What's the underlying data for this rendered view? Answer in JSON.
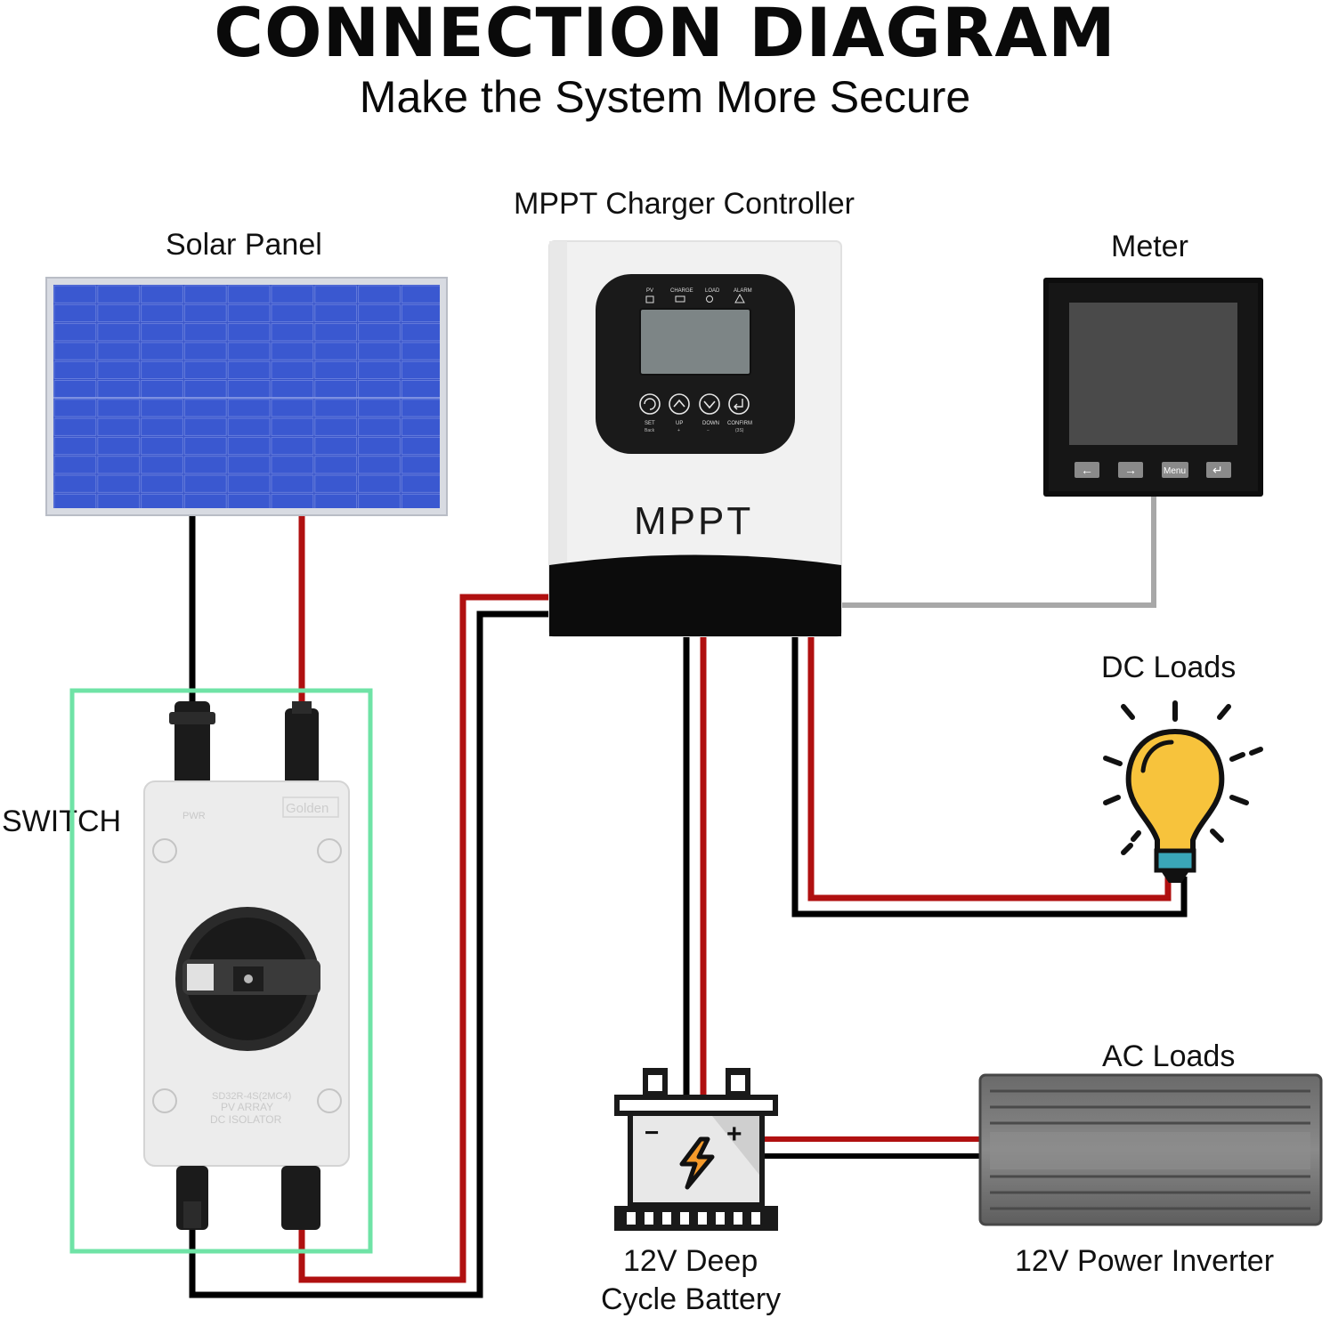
{
  "title": "CONNECTION DIAGRAM",
  "subtitle": "Make the System More Secure",
  "labels": {
    "solar_panel": "Solar Panel",
    "mppt": "MPPT Charger Controller",
    "meter": "Meter",
    "dc_loads": "DC Loads",
    "switch": "SWITCH",
    "ac_loads": "AC Loads",
    "battery_line1": "12V Deep",
    "battery_line2": "Cycle Battery",
    "inverter": "12V Power Inverter"
  },
  "controller": {
    "brand": "MPPT",
    "indicators": [
      "PV",
      "CHARGE",
      "LOAD",
      "ALARM"
    ],
    "buttons": [
      "SET",
      "UP",
      "DOWN",
      "CONFIRM"
    ],
    "button_sublabels": [
      "Back",
      "+",
      "−",
      "(3S)"
    ]
  },
  "meter_device": {
    "buttons": [
      "←",
      "→",
      "Menu",
      "↵"
    ]
  },
  "isolator": {
    "brand": "Golden",
    "mode": "PWR",
    "model": "SD32R-4S(2MC4)",
    "line1": "PV ARRAY",
    "line2": "DC ISOLATOR"
  },
  "battery_symbols": {
    "minus": "−",
    "plus": "+"
  },
  "colors": {
    "wire_red": "#b01010",
    "wire_black": "#000000",
    "wire_gray": "#a8a8a8",
    "switch_frame": "#6fe3a6",
    "panel_blue": "#3550c8",
    "bulb_yellow": "#f7c33c",
    "bulb_base": "#3aa6b8"
  }
}
